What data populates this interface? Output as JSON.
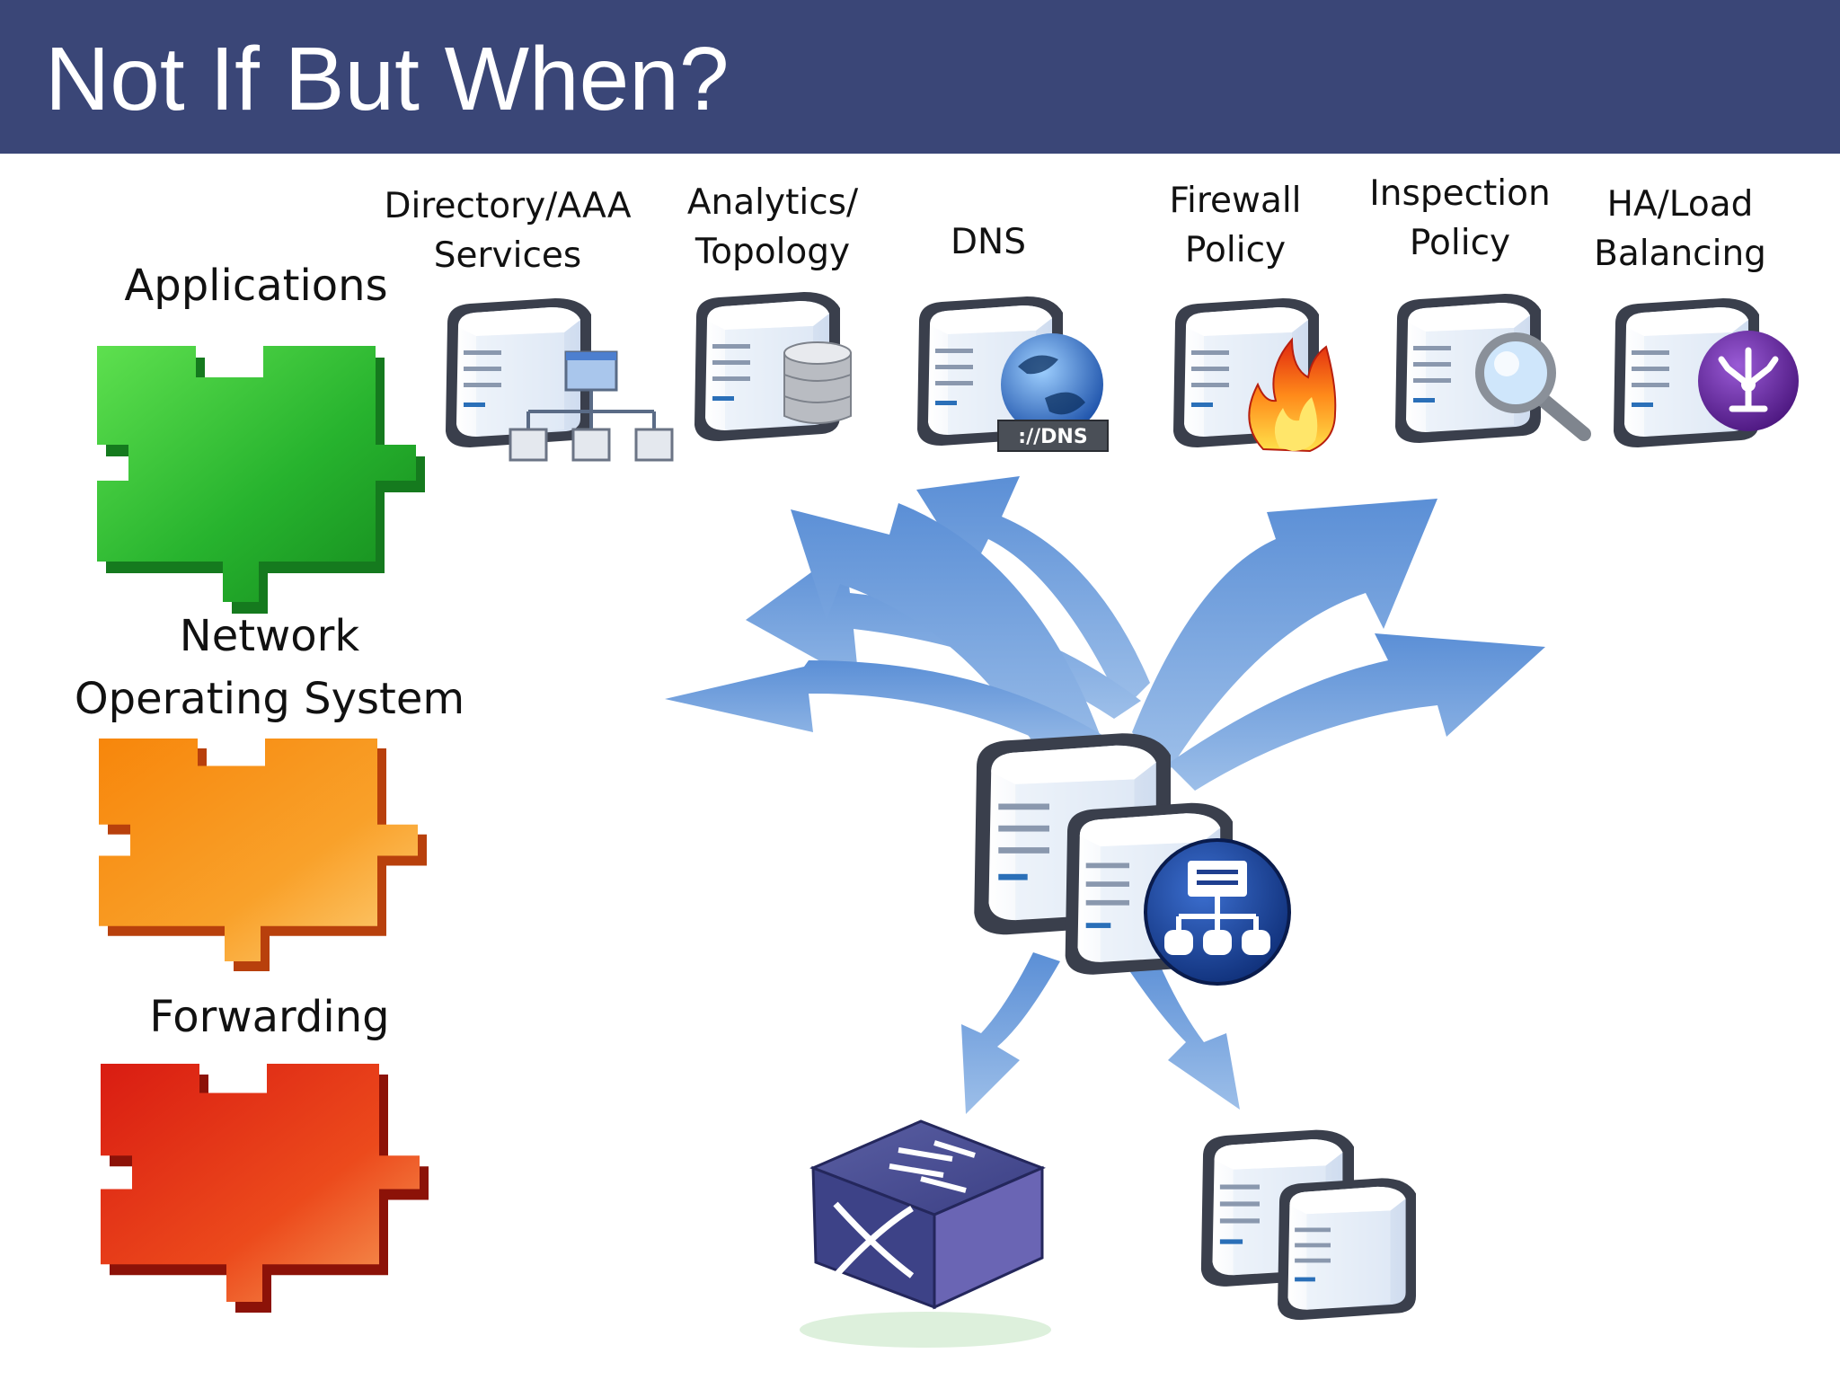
{
  "slide": {
    "title": "Not If But When?"
  },
  "layers": [
    {
      "label": "Applications",
      "color": "#2db83d"
    },
    {
      "label": "Network\nOperating System",
      "color": "#f28c12"
    },
    {
      "label": "Forwarding",
      "color": "#e23a17"
    }
  ],
  "services": [
    {
      "label": "Directory/AAA\nServices",
      "icon": "hierarchy-icon"
    },
    {
      "label": "Analytics/\nTopology",
      "icon": "database-icon"
    },
    {
      "label": "DNS",
      "icon": "globe-dns-icon",
      "badge": "://DNS"
    },
    {
      "label": "Firewall\nPolicy",
      "icon": "flame-icon"
    },
    {
      "label": "Inspection\nPolicy",
      "icon": "magnifier-icon"
    },
    {
      "label": "HA/Load\nBalancing",
      "icon": "load-balancer-icon"
    }
  ],
  "center": {
    "icon": "network-controller-icon"
  },
  "bottom": [
    {
      "icon": "network-switch-icon"
    },
    {
      "icon": "server-pair-icon"
    }
  ],
  "colors": {
    "title_bar": "#3a4677",
    "arrow": "#5b8fd6",
    "server_outline": "#3a3f4c",
    "controller_badge": "#1f3f8f"
  }
}
